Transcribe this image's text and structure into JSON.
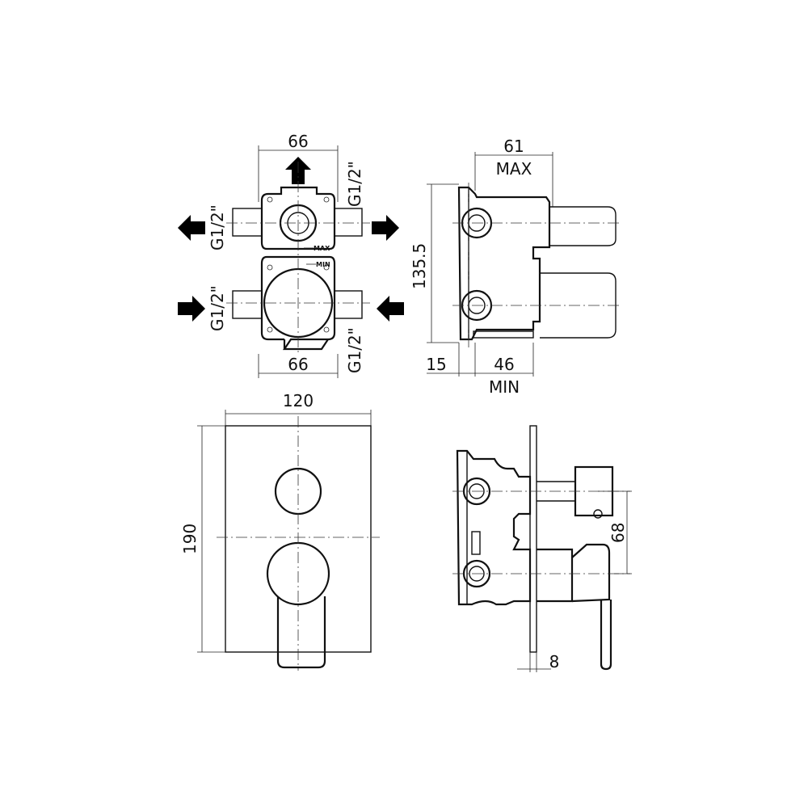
{
  "front_view": {
    "width_top": "66",
    "width_bottom": "66",
    "thread_left_top": "G1/2\"",
    "thread_right_top": "G1/2\"",
    "thread_left_bottom": "G1/2\"",
    "thread_right_bottom": "G1/2\"",
    "max_mark": "MAX",
    "min_mark": "MIN"
  },
  "side_view": {
    "depth_max_value": "61",
    "depth_max_label": "MAX",
    "height": "135.5",
    "offset": "15",
    "depth_min_value": "46",
    "depth_min_label": "MIN"
  },
  "plate_view": {
    "width": "120",
    "height": "190"
  },
  "assembly_view": {
    "spacing": "68",
    "plate_thickness": "8"
  }
}
